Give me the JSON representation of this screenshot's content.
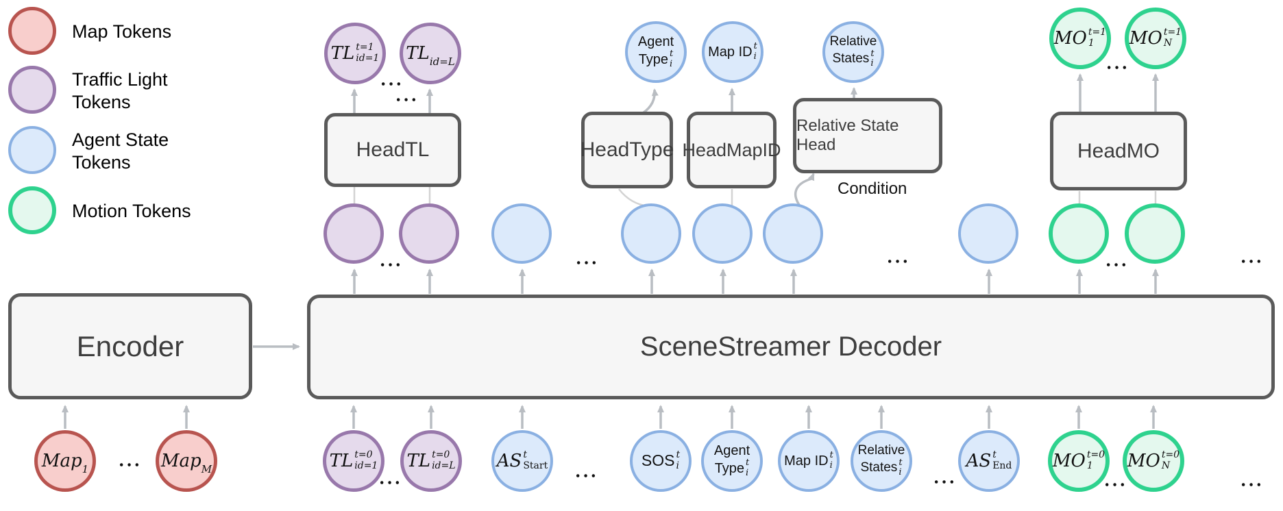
{
  "legend": {
    "items": [
      {
        "label": "Map Tokens"
      },
      {
        "label": "Traffic Light\nTokens"
      },
      {
        "label": "Agent State\nTokens"
      },
      {
        "label": "Motion Tokens"
      }
    ]
  },
  "blocks": {
    "encoder": "Encoder",
    "decoder": "SceneStreamer Decoder",
    "head_tl": "HeadTL",
    "head_type": "HeadType",
    "head_mapid": "HeadMapID",
    "rel_state_head": "Relative State Head",
    "head_mo": "HeadMO",
    "condition": "Condition"
  },
  "tokens": {
    "top": {
      "tl_first": {
        "main": "TL",
        "sup": "t=1",
        "sub": "id=1"
      },
      "tl_last": {
        "main": "TL",
        "sub": "id=L"
      },
      "agent_type": {
        "line1": "Agent",
        "line2": "Type",
        "sup": "t",
        "sub": "i"
      },
      "map_id": {
        "line2": "Map ID",
        "sup": "t",
        "sub": "i"
      },
      "relative_states": {
        "line1": "Relative",
        "line2": "States",
        "sup": "t",
        "sub": "i"
      },
      "mo_first": {
        "main": "MO",
        "sup": "t=1",
        "sub": "1"
      },
      "mo_last": {
        "main": "MO",
        "sup": "t=1",
        "sub": "N"
      }
    },
    "bottom": {
      "map_first": {
        "main": "Map",
        "sub": "1"
      },
      "map_last": {
        "main": "Map",
        "sub": "M"
      },
      "tl_first": {
        "main": "TL",
        "sup": "t=0",
        "sub": "id=1"
      },
      "tl_last": {
        "main": "TL",
        "sup": "t=0",
        "sub": "id=L"
      },
      "as_start": {
        "main": "AS",
        "sup": "t",
        "sub": "Start"
      },
      "sos": {
        "word": "SOS",
        "sup": "t",
        "sub": "i"
      },
      "agent_type": {
        "line1": "Agent",
        "line2": "Type",
        "sup": "t",
        "sub": "i"
      },
      "map_id": {
        "line2": "Map ID",
        "sup": "t",
        "sub": "i"
      },
      "relative_states": {
        "line1": "Relative",
        "line2": "States",
        "sup": "t",
        "sub": "i"
      },
      "as_end": {
        "main": "AS",
        "sup": "t",
        "sub": "End"
      },
      "mo_first": {
        "main": "MO",
        "sup": "t=0",
        "sub": "1"
      },
      "mo_last": {
        "main": "MO",
        "sup": "t=0",
        "sub": "N"
      }
    }
  },
  "misc": {
    "ellipsis": "..."
  },
  "colors": {
    "map_fill": "#f8cecc",
    "map_border": "#b8544f",
    "traffic_light_fill": "#e5daec",
    "traffic_light_border": "#9878ab",
    "agent_state_fill": "#dceafb",
    "agent_state_border": "#8ab0e2",
    "motion_fill": "#e4f8ee",
    "motion_border": "#2ed28e",
    "box_fill": "#f6f6f6",
    "box_border": "#5a5a5a",
    "arrow": "#b9bdc2",
    "connector": "#d3d3d3"
  }
}
